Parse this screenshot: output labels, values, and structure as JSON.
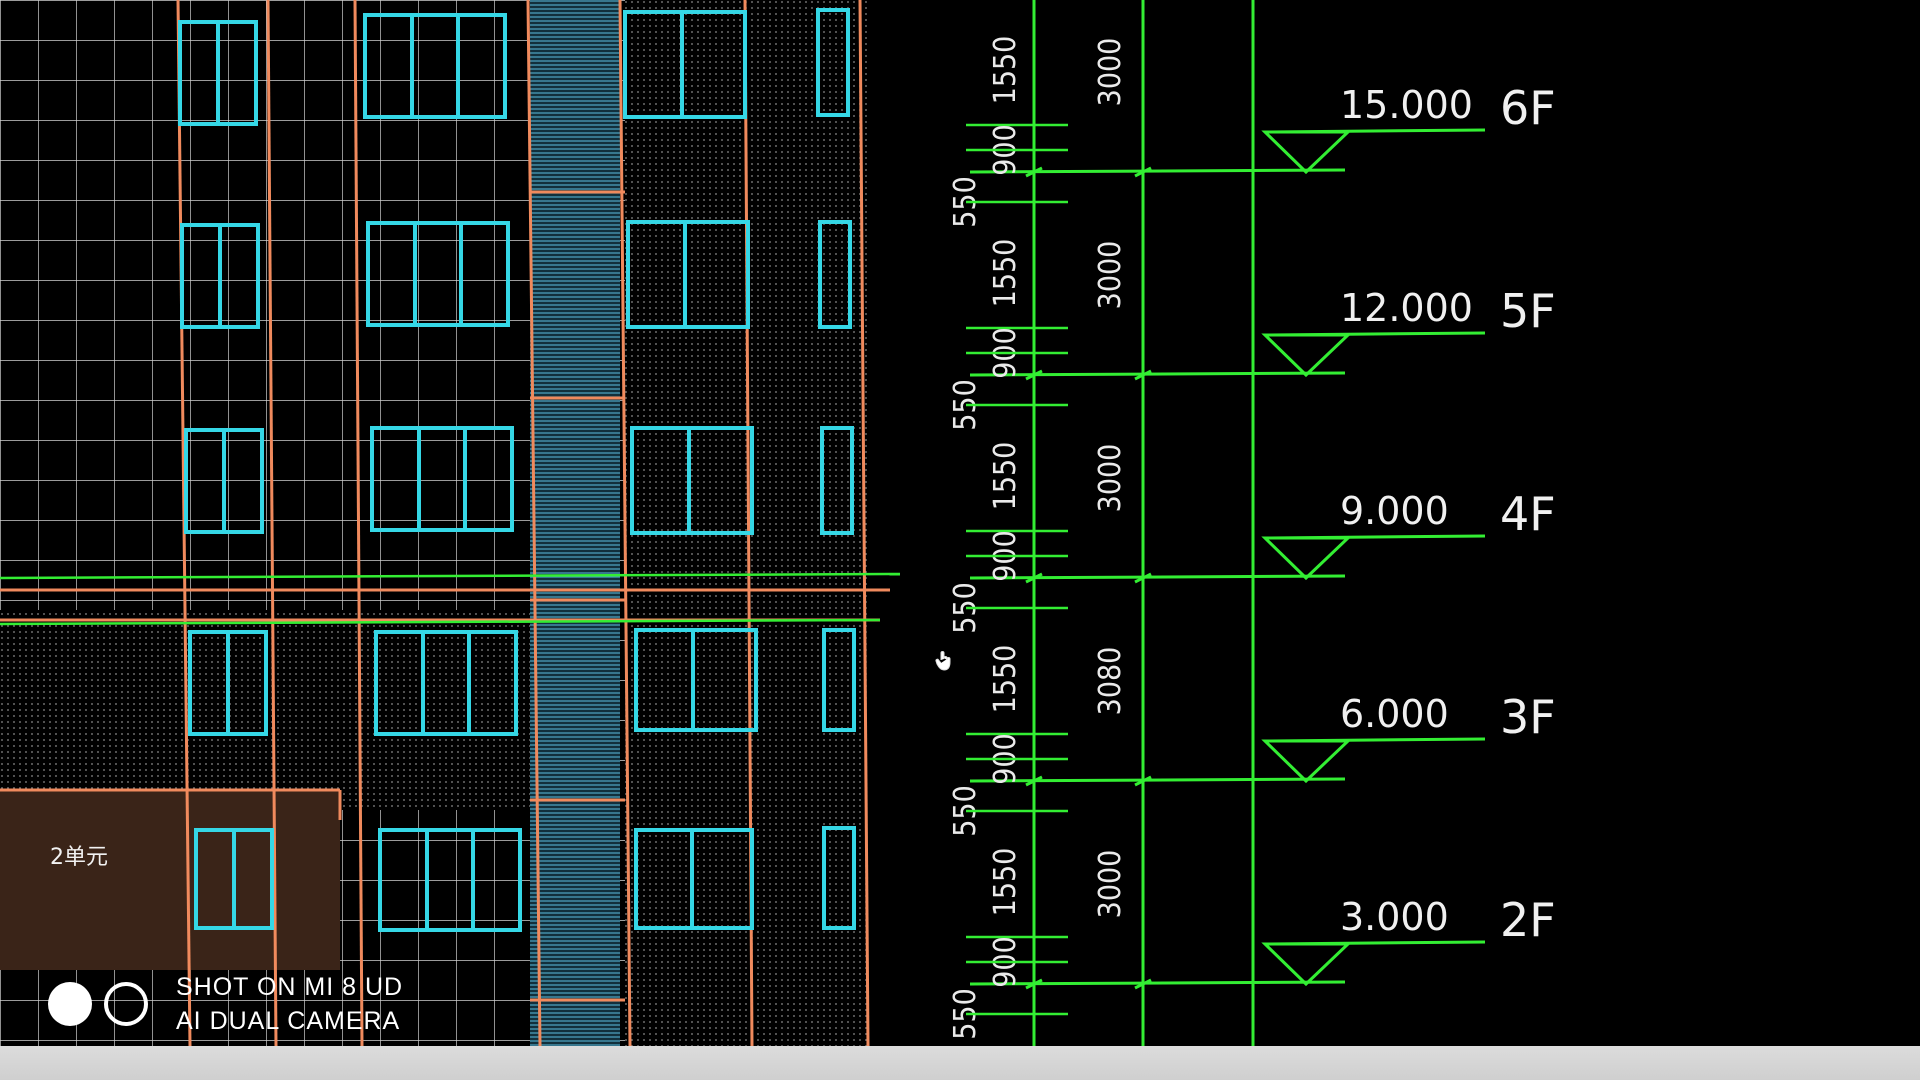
{
  "drawing": {
    "unit_label": "2单元",
    "dimensions": {
      "segments": [
        "1550",
        "900",
        "550",
        "1550",
        "900",
        "550",
        "1550",
        "900",
        "550",
        "1550",
        "900",
        "550",
        "1550",
        "900",
        "550"
      ],
      "storey": [
        "3000",
        "3000",
        "3000",
        "3080",
        "3000"
      ]
    },
    "levels": [
      {
        "elevation": "15.000",
        "floor": "6F"
      },
      {
        "elevation": "12.000",
        "floor": "5F"
      },
      {
        "elevation": "9.000",
        "floor": "4F"
      },
      {
        "elevation": "6.000",
        "floor": "3F"
      },
      {
        "elevation": "3.000",
        "floor": "2F"
      }
    ]
  },
  "watermark": {
    "line1": "SHOT ON MI 8 UD",
    "line2": "AI DUAL CAMERA"
  },
  "colors": {
    "background": "#000000",
    "dimension_line": "#33ee33",
    "facade_line": "#f08a5d",
    "window_frame": "#35d7e6",
    "stair_strip": "#2a8fb0"
  }
}
